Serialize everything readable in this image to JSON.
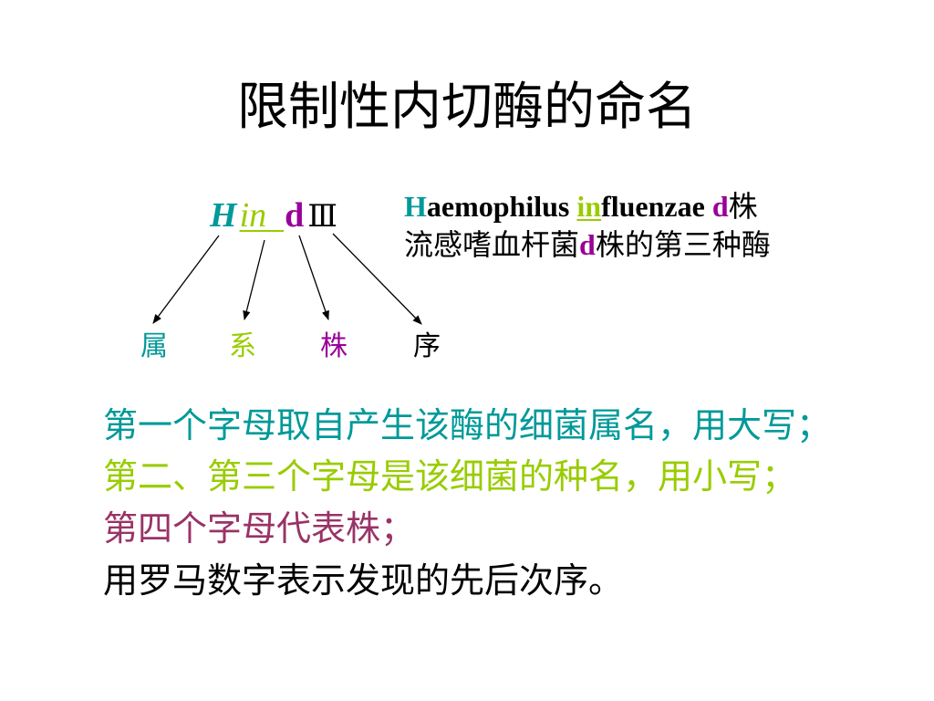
{
  "slide": {
    "title": "限制性内切酶的命名"
  },
  "abbreviation": {
    "genus": "H",
    "species": "in",
    "strain": "d",
    "order": "Ⅲ"
  },
  "full_name": {
    "line1": {
      "genus_initial": "H",
      "genus_rest": "aemophilus",
      "species_initial": "in",
      "species_rest": "fluenzae",
      "strain": "d",
      "suffix": "株"
    },
    "line2": {
      "prefix": "流感嗜血杆菌",
      "strain": "d",
      "suffix": "株的第三种酶"
    }
  },
  "labels": [
    {
      "text": "属",
      "color": "#009999"
    },
    {
      "text": "系",
      "color": "#99CC00"
    },
    {
      "text": "株",
      "color": "#990099"
    },
    {
      "text": "序",
      "color": "#000000"
    }
  ],
  "rules": [
    {
      "text": "第一个字母取自产生该酶的细菌属名，用大写；",
      "color": "#009999"
    },
    {
      "text": "第二、第三个字母是该细菌的种名，用小写；",
      "color": "#99CC00"
    },
    {
      "text": "第四个字母代表株；",
      "color": "#993366"
    },
    {
      "text": "用罗马数字表示发现的先后次序。",
      "color": "#000000"
    }
  ],
  "colors": {
    "genus": "#009999",
    "species": "#99CC00",
    "strain": "#990099",
    "order": "#000000",
    "text": "#000000",
    "background": "#FFFFFF"
  }
}
